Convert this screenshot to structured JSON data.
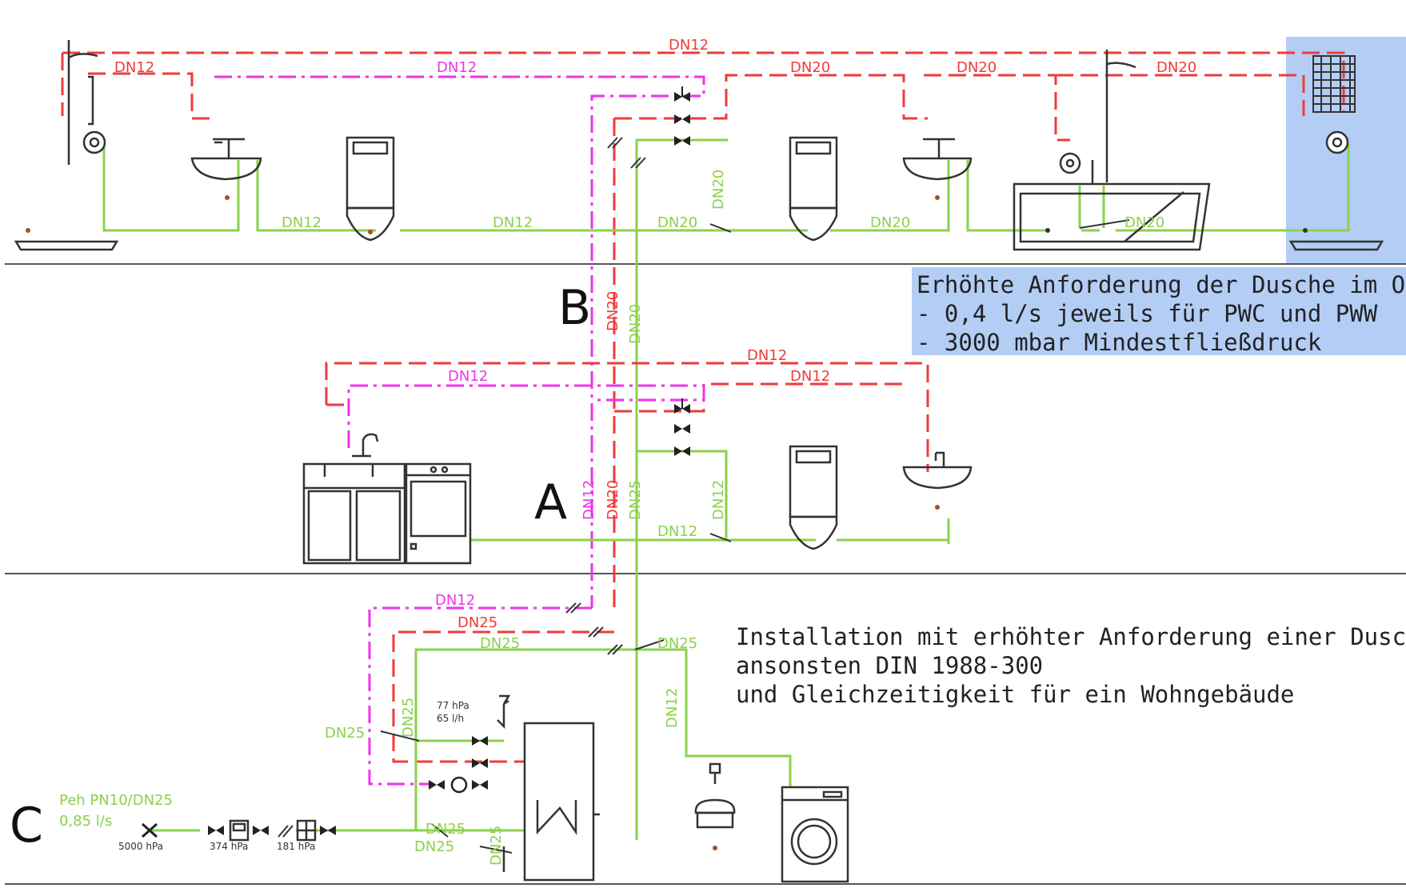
{
  "colors": {
    "cold_water": "#8ad24b",
    "hot_water": "#ef3b3b",
    "circulation": "#ee33ee",
    "highlight": "#b3cdf5",
    "ink": "#111111"
  },
  "sections": {
    "b": "B",
    "a": "A",
    "c": "C"
  },
  "labels": {
    "og_pwh_main": "DN12",
    "og_pwh_left": "DN12",
    "og_circ": "DN12",
    "og_pwh_mid": "DN20",
    "og_pwh_r1": "DN20",
    "og_pwh_r2": "DN20",
    "og_pwc_1": "DN12",
    "og_pwc_2": "DN12",
    "og_pwc_3": "DN20",
    "og_pwc_4": "DN20",
    "og_pwc_5": "DN20",
    "og_riser": "DN20",
    "riser_pwh": "DN20",
    "riser_pwc": "DN20",
    "eg_pwh_main": "DN12",
    "eg_circ": "DN12",
    "eg_pwh_right": "DN12",
    "eg_riser_circ": "DN12",
    "eg_riser_pwh": "DN20",
    "eg_riser_pwc": "DN25",
    "eg_branch": "DN12",
    "eg_pwc": "DN12",
    "kg_circ": "DN12",
    "kg_pwh": "DN25",
    "kg_pwc": "DN25",
    "kg_pwc_right": "DN25",
    "kg_wm_drop": "DN12",
    "kg_heater_in_left": "DN25",
    "kg_heater_in_vert": "DN25",
    "kg_main_1": "DN25",
    "kg_main_2": "DN25",
    "kg_heater_vert": "DN25",
    "kg_pressure_1": "77 hPa",
    "kg_flow_1": "65 l/h",
    "conn_main": "Peh PN10/DN25",
    "conn_flow": "0,85 l/s",
    "p_supply": "5000 hPa",
    "p_meter": "374 hPa",
    "p_filter": "181 hPa"
  },
  "note_shower": {
    "line1": "Erhöhte Anforderung der Dusche im OG",
    "line2": "- 0,4 l/s jeweils für PWC und PWW",
    "line3": "- 3000 mbar Mindestfließdruck"
  },
  "note_install": {
    "line1": "Installation mit erhöhter Anforderung einer Dusche",
    "line2": "ansonsten DIN 1988-300",
    "line3": "und Gleichzeitigkeit für ein Wohngebäude"
  },
  "icons": [
    "shower-icon",
    "washbasin-icon",
    "wc-icon",
    "bathtub-icon",
    "towel-radiator-icon",
    "valve-icon",
    "kitchen-sink-icon",
    "dishwasher-icon",
    "water-heater-icon",
    "washing-machine-icon",
    "water-meter-icon",
    "filter-icon",
    "pump-icon"
  ]
}
